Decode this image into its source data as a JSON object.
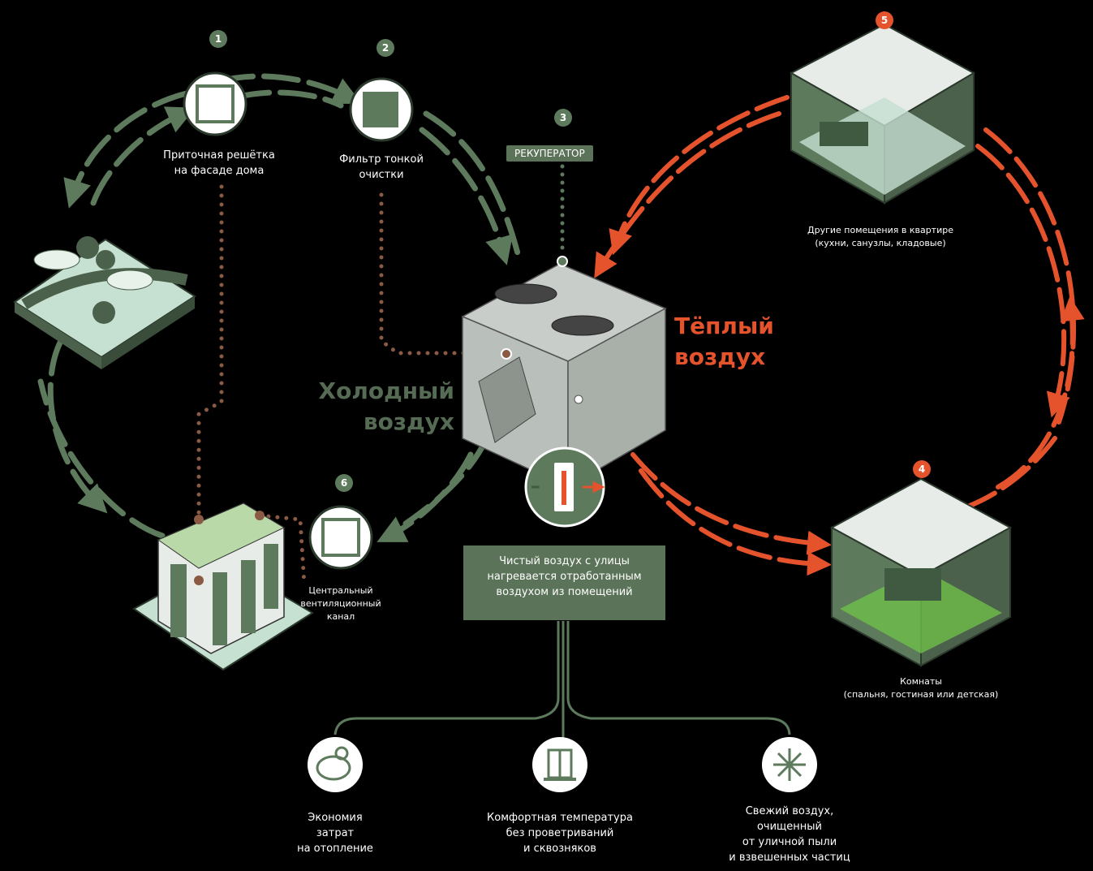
{
  "steps": {
    "s1": {
      "num": "1",
      "label": "Приточная решётка\nна фасаде дома"
    },
    "s2": {
      "num": "2",
      "label": "Фильтр тонкой\nочистки"
    },
    "s3": {
      "num": "3",
      "label": "РЕКУПЕРАТОР"
    },
    "s4": {
      "num": "4",
      "label": "Комнаты\n(спальня, гостиная или детская)"
    },
    "s5": {
      "num": "5",
      "label": "Другие помещения в квартире\n(кухни, санузлы, кладовые)"
    },
    "s6": {
      "num": "6",
      "label": "Центральный\nвентиляционный\nканал"
    }
  },
  "cold_air": "Холодный\nвоздух",
  "warm_air": "Тёплый\nвоздух",
  "info_box": "Чистый воздух с улицы\nнагревается отработанным\nвоздухом из помещений",
  "benefits": [
    {
      "icon": "piggy-bank-icon",
      "label": "Экономия\nзатрат\nна отопление"
    },
    {
      "icon": "window-icon",
      "label": "Комфортная температура\nбез проветриваний\nи сквозняков"
    },
    {
      "icon": "snowflake-icon",
      "label": "Свежий воздух,\nочищенный\nот уличной пыли\nи взвешенных частиц"
    }
  ],
  "colors": {
    "green": "#5d7a5c",
    "green_dark": "#3f5a40",
    "orange": "#e5532d",
    "brown": "#8a5a44",
    "bg": "#000000"
  }
}
